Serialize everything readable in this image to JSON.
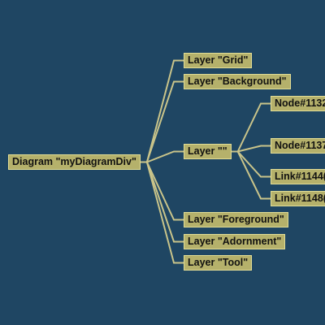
{
  "diagram": {
    "root": {
      "label": "Diagram \"myDiagramDiv\""
    },
    "layers": [
      {
        "label": "Layer \"Grid\""
      },
      {
        "label": "Layer \"Background\""
      },
      {
        "label": "Layer \"\""
      },
      {
        "label": "Layer \"Foreground\""
      },
      {
        "label": "Layer \"Adornment\""
      },
      {
        "label": "Layer \"Tool\""
      }
    ],
    "parts": [
      {
        "label": "Node#1132"
      },
      {
        "label": "Node#1137"
      },
      {
        "label": "Link#1144("
      },
      {
        "label": "Link#1148("
      }
    ]
  },
  "colors": {
    "background": "#1f4663",
    "node_fill": "#b5b16b",
    "node_border": "#e2dd95",
    "link": "#c9c48a",
    "text": "#111111"
  }
}
